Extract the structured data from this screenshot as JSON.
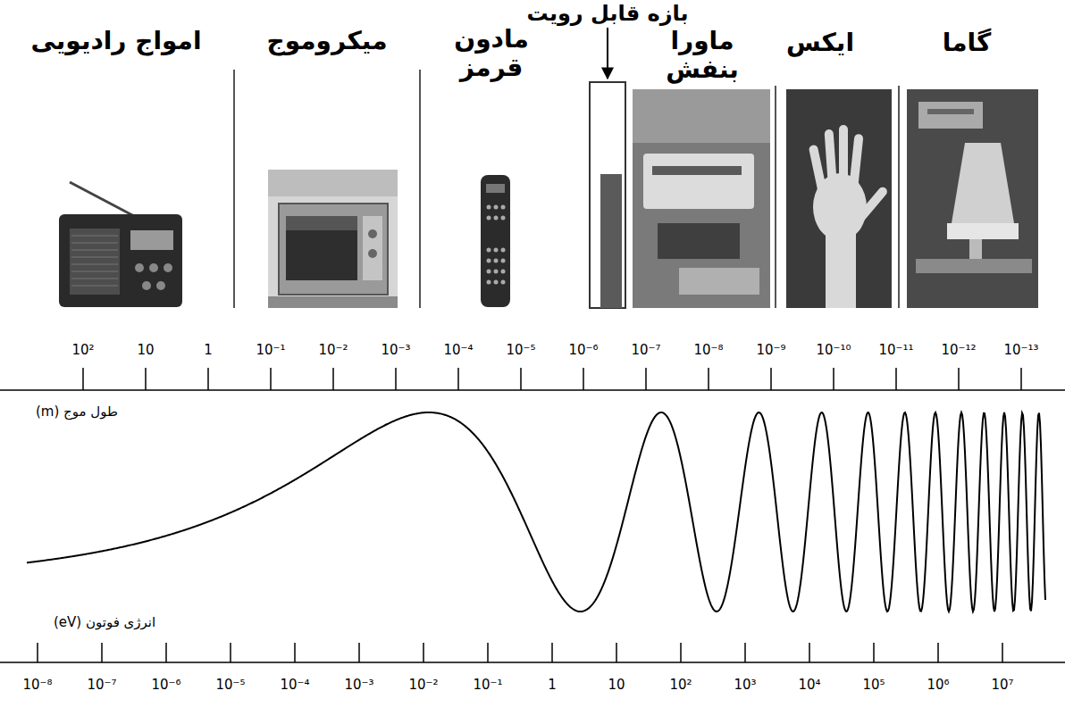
{
  "diagram": {
    "nodes": [
      {
        "text": [
          "امواج رادیویی"
        ]
      },
      {
        "text": [
          "میکروموج"
        ]
      },
      {
        "text": [
          "مادون قرمز"
        ]
      },
      {
        "text": [
          "بازه قابل رویت"
        ]
      },
      {
        "text": [
          "ماورا بنفش"
        ]
      },
      {
        "text": [
          "ایکس"
        ]
      },
      {
        "text": [
          "گاما"
        ]
      }
    ],
    "labels": [
      "10²",
      "10",
      "1",
      "10⁻¹",
      "10⁻²",
      "10⁻³",
      "10⁻⁴",
      "10⁻⁵",
      "10⁻⁶",
      "10⁻⁷",
      "10⁻⁸",
      "10⁻⁹",
      "10⁻¹⁰",
      "10⁻¹¹",
      "10⁻¹²",
      "10⁻¹³",
      "طول موج (m)",
      "10⁻⁸",
      "10⁻⁷",
      "10⁻⁶",
      "10⁻⁵",
      "10⁻⁴",
      "10⁻³",
      "10⁻²",
      "10⁻¹",
      "1",
      "10",
      "10²",
      "10³",
      "10⁴",
      "10⁵",
      "10⁶",
      "10⁷",
      "انرژی فوتون (eV)"
    ]
  }
}
